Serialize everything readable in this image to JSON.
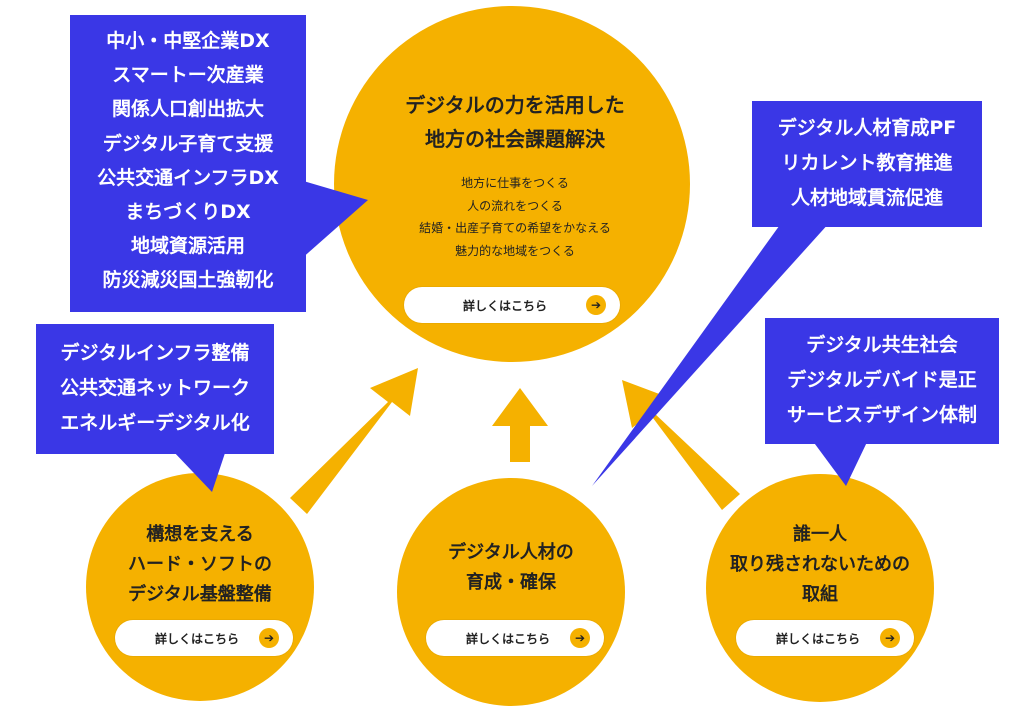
{
  "center": {
    "title_lines": [
      "デジタルの力を活用した",
      "地方の社会課題解決"
    ],
    "sub_lines": [
      "地方に仕事をつくる",
      "人の流れをつくる",
      "結婚・出産子育ての希望をかなえる",
      "魅力的な地域をつくる"
    ],
    "button_label": "詳しくはこちら"
  },
  "circle_left": {
    "title_lines": [
      "構想を支える",
      "ハード・ソフトの",
      "デジタル基盤整備"
    ],
    "button_label": "詳しくはこちら"
  },
  "circle_mid": {
    "title_lines": [
      "デジタル人材の",
      "育成・確保"
    ],
    "button_label": "詳しくはこちら"
  },
  "circle_right": {
    "title_lines": [
      "誰一人",
      "取り残されないための",
      "取組"
    ],
    "button_label": "詳しくはこちら"
  },
  "box_top_left": {
    "items": [
      "中小・中堅企業DX",
      "スマートー次産業",
      "関係人口創出拡大",
      "デジタル子育て支援",
      "公共交通インフラDX",
      "まちづくりDX",
      "地域資源活用",
      "防災減災国土強靭化"
    ]
  },
  "box_mid_left": {
    "items": [
      "デジタルインフラ整備",
      "公共交通ネットワーク",
      "エネルギーデジタル化"
    ]
  },
  "box_top_right": {
    "items": [
      "デジタル人材育成PF",
      "リカレント教育推進",
      "人材地域貫流促進"
    ]
  },
  "box_right": {
    "items": [
      "デジタル共生社会",
      "デジタルデバイド是正",
      "サービスデザイン体制"
    ]
  },
  "colors": {
    "circle": "#f5b100",
    "callout": "#3a37e6",
    "button_bg": "#ffffff",
    "text": "#222222"
  },
  "icons": {
    "button_arrow": "arrow-right-icon"
  }
}
